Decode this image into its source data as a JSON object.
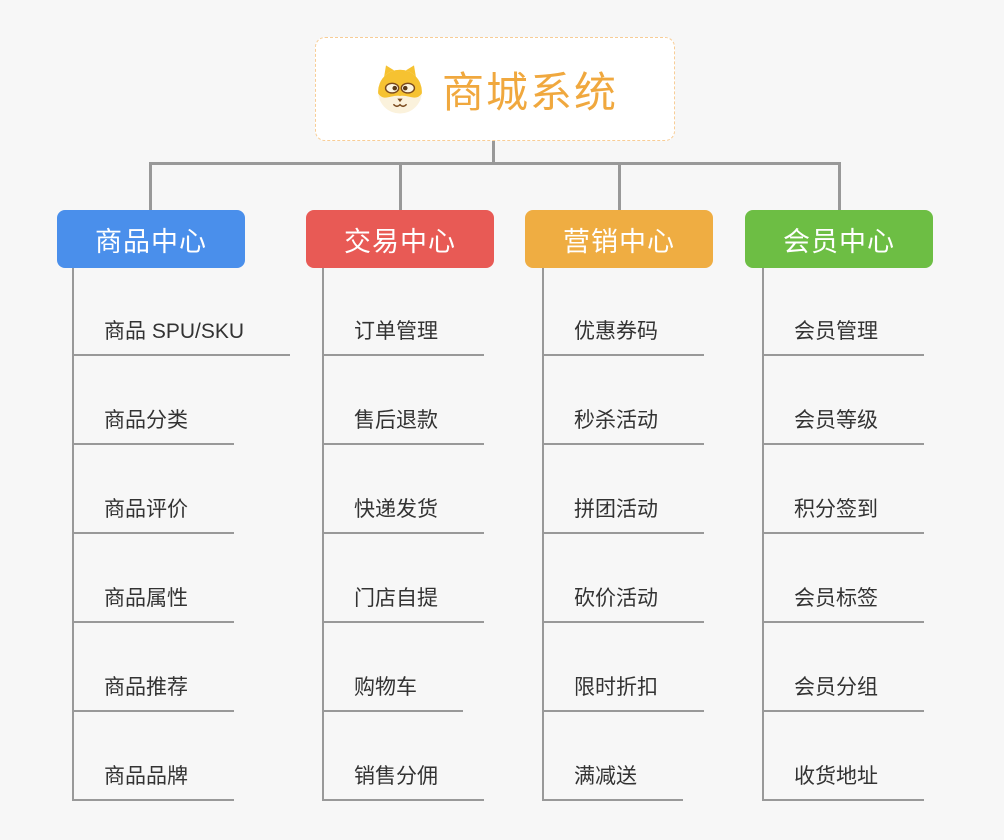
{
  "theme": {
    "page_bg": "#f7f7f7",
    "connector_color": "#999999",
    "item_text_color": "#333333",
    "root_title_color": "#F0A83E",
    "root_border_color": "#F8CD96",
    "node_text_color": "#ffffff"
  },
  "root": {
    "title": "商城系统",
    "icon": "shiba-dog-icon"
  },
  "branches": [
    {
      "label": "商品中心",
      "color": "#4A8FEB",
      "items": [
        "商品 SPU/SKU",
        "商品分类",
        "商品评价",
        "商品属性",
        "商品推荐",
        "商品品牌"
      ]
    },
    {
      "label": "交易中心",
      "color": "#E85A55",
      "items": [
        "订单管理",
        "售后退款",
        "快递发货",
        "门店自提",
        "购物车",
        "销售分佣"
      ]
    },
    {
      "label": "营销中心",
      "color": "#EFAD42",
      "items": [
        "优惠券码",
        "秒杀活动",
        "拼团活动",
        "砍价活动",
        "限时折扣",
        "满减送"
      ]
    },
    {
      "label": "会员中心",
      "color": "#6DBE44",
      "items": [
        "会员管理",
        "会员等级",
        "积分签到",
        "会员标签",
        "会员分组",
        "收货地址"
      ]
    }
  ]
}
